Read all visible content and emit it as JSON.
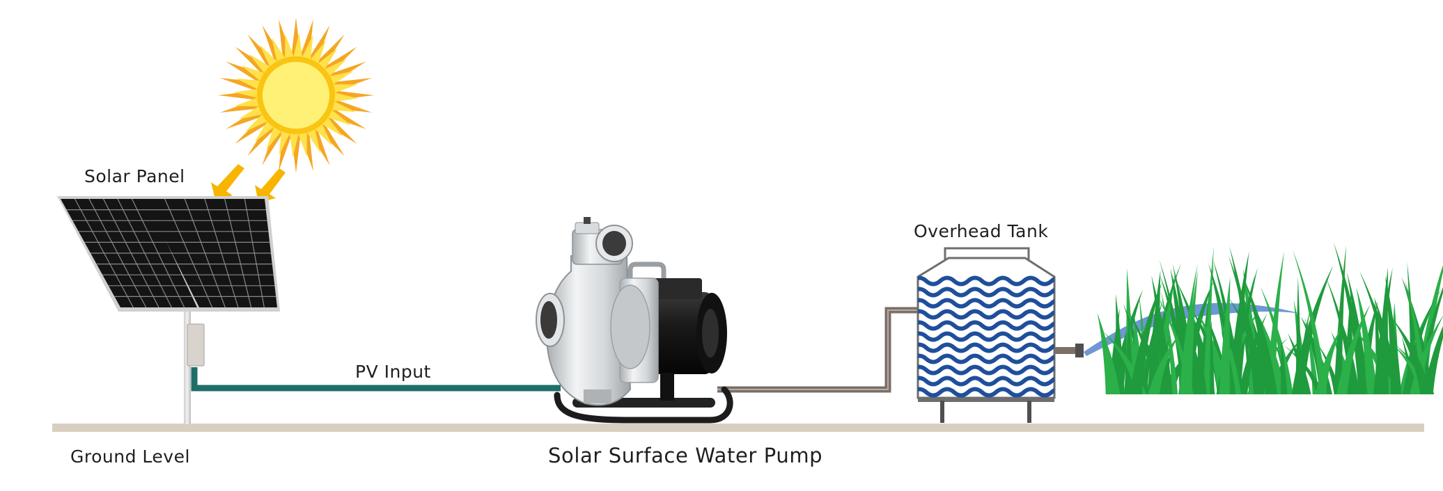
{
  "labels": {
    "solar_panel": "Solar Panel",
    "overhead_tank": "Overhead Tank",
    "pv_input": "PV Input",
    "ground_level": "Ground Level",
    "pump": "Solar Surface Water Pump"
  },
  "colors": {
    "sun_outer": "#f5a623",
    "sun_inner": "#ffe14a",
    "sun_core": "#fff176",
    "arrow": "#f7b500",
    "panel_cell": "#141414",
    "panel_frame": "#c9c9c9",
    "pv_cable": "#1f6e68",
    "pipe": "#7b6f68",
    "ground": "#d9cfc0",
    "tank_wave": "#1f4f9c",
    "spray": "#6f96d6",
    "grass": "#1f9a3c",
    "pump_body": "#d7dadc",
    "motor": "#1b1b1b"
  },
  "icons": [
    "sun-icon",
    "solar-panel-icon",
    "pump-icon",
    "tank-icon",
    "grass-icon",
    "sunlight-arrow-icon"
  ]
}
